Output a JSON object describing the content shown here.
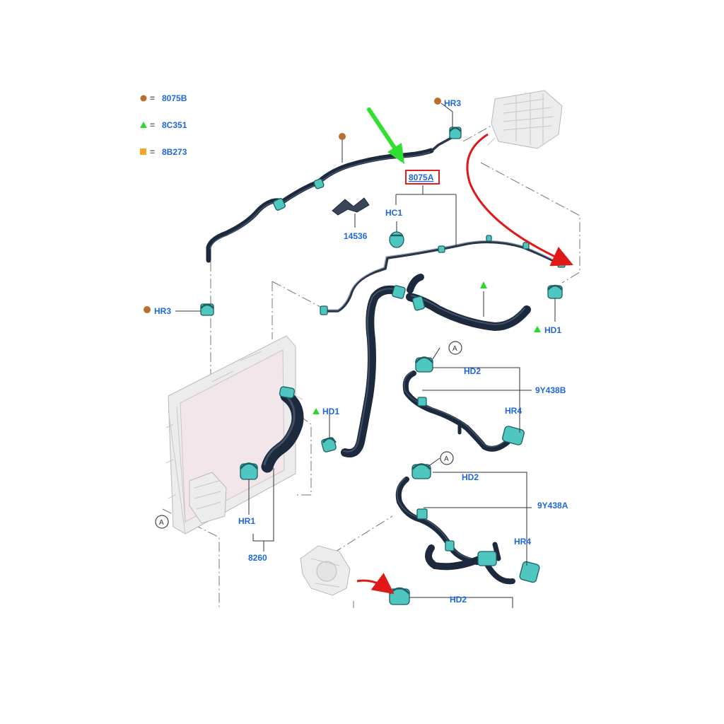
{
  "legend": {
    "items": [
      {
        "symbol": "circle",
        "color": "#b8702a",
        "equals": "=",
        "code": "8075B"
      },
      {
        "symbol": "triangle",
        "color": "#2fd62f",
        "equals": "=",
        "code": "8C351"
      },
      {
        "symbol": "square",
        "color": "#f5a623",
        "equals": "=",
        "code": "8B273"
      }
    ]
  },
  "callouts": {
    "hr3_top": "HR3",
    "hr3_left": "HR3",
    "highlight": "8075A",
    "hc1": "HC1",
    "p14536": "14536",
    "hd1_right": "HD1",
    "hd1_mid": "HD1",
    "hd2_b": "HD2",
    "y438b": "9Y438B",
    "hr4_b": "HR4",
    "hd2_a": "HD2",
    "y438a": "9Y438A",
    "hr4_a": "HR4",
    "hr1": "HR1",
    "p8260": "8260",
    "hd2_bottom": "HD2"
  },
  "refs": {
    "ref_a1": "A",
    "ref_a2": "A",
    "ref_a3": "A"
  },
  "colors": {
    "callout": "#1f66e0",
    "highlight_box": "#e0201e",
    "arrow_green": "#2fe02f",
    "arrow_red": "#e01818",
    "clamp": "#4fc7c0",
    "hose": "#1d2a3d"
  }
}
